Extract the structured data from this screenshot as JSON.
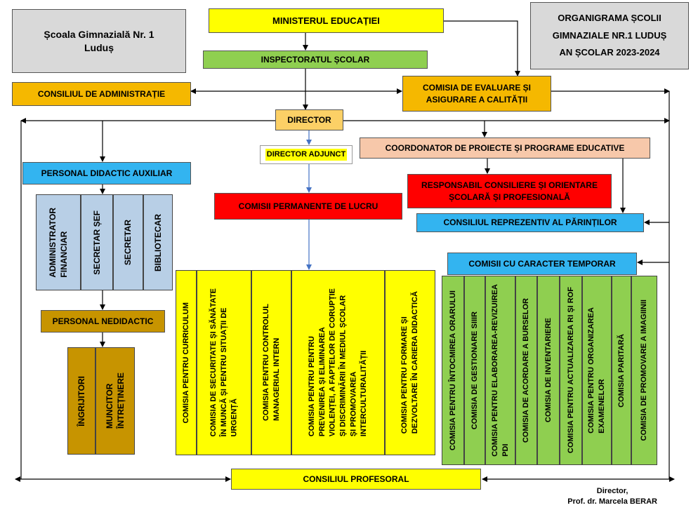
{
  "school": {
    "line1": "Școala Gimnazială Nr. 1",
    "line2": "Luduș"
  },
  "title": {
    "line1": "ORGANIGRAMA ȘCOLII",
    "line2": "GIMNAZIALE NR.1 LUDUȘ",
    "line3": "AN ȘCOLAR 2023-2024"
  },
  "ministerul": "MINISTERUL EDUCAȚIEI",
  "inspectoratul": "INSPECTORATUL ȘCOLAR",
  "consiliul_admin": "CONSILIUL DE ADMINISTRAȚIE",
  "comisia_evaluare": {
    "line1": "COMISIA DE EVALUARE ȘI",
    "line2": "ASIGURARE  A CALITĂȚII"
  },
  "director": "DIRECTOR",
  "director_adjunct": "DIRECTOR ADJUNCT",
  "coordonator": "COORDONATOR DE PROIECTE ȘI PROGRAME EDUCATIVE",
  "personal_didactic_auxiliar": "PERSONAL DIDACTIC AUXILIAR",
  "auxiliar_cols": [
    "ADMINISTRATOR\nFINANCIAR",
    "SECRETAR ȘEF",
    "SECRETAR",
    "BIBLIOTECAR"
  ],
  "personal_nedidactic": "PERSONAL NEDIDACTIC",
  "nedidactic_cols": [
    "ÎNGRIJITORI",
    "MUNCITOR\nÎNTREȚINERE"
  ],
  "comisii_permanente": "COMISII PERMANENTE DE LUCRU",
  "permanente_cols": [
    "COMISIA PENTRU CURRICULUM",
    "COMISIA DE SECURITATE ȘI SĂNĂTATE\nÎN MUNCĂ ȘI PENTRU SITUAȚII DE\nURGENȚĂ",
    "COMISIA PENTRU CONTROLUL\nMANAGERIAL INTERN",
    "COMISIA PENTRU PENTRU\nPREVENIREA ȘI ELIMINAREA\nVIOLENȚEI, A FAPTELOR DE CORUPȚIE\nȘI DISCRIMINĂRII ÎN MEDIUL ȘCOLAR\nȘI PROMOVAREA\nINTERCULTURALITĂȚII",
    "COMISIA PENTRU FORMARE ȘI\nDEZVOLTARE ÎN CARIERA DIDACTICĂ"
  ],
  "responsabil": {
    "line1": "RESPONSABIL CONSILIERE ȘI ORIENTARE",
    "line2": "ȘCOLARĂ ȘI PROFESIONALĂ"
  },
  "consiliul_parinti": "CONSILIUL REPREZENTIV AL PĂRINȚILOR",
  "comisii_temporar": "COMISII CU CARACTER TEMPORAR",
  "temporar_cols": [
    "COMISIA PENTRU ÎNTOCMIREA  ORARULUI",
    "COMISIA DE GESTIONARE SIIIR",
    "COMISIA PENTRU ELABORAREA-REVIZUIREA\nPDI",
    "COMISIA DE ACORDARE A BURSELOR",
    "COMISIA DE INVENTARIERE",
    "COMISIA PENTRU ACTUALIZAREA RI ȘI ROF",
    "COMISIA PENTRU ORGANIZAREA\nEXAMENELOR",
    "COMISIA PARITARĂ",
    "COMISIA DE PROMOVARE A IMAGIINII"
  ],
  "consiliul_profesoral": "CONSILIUL  PROFESORAL",
  "signature": {
    "line1": "Director,",
    "line2": "Prof. dr. Marcela BERAR"
  },
  "colors": {
    "yellow": "#ffff00",
    "green": "#8fcf50",
    "orange": "#f5b800",
    "red": "#ff0000",
    "blue": "#33b4f0",
    "lightblue": "#b8cfe6",
    "gold": "#c79400",
    "peach": "#f7c8aa",
    "grey": "#d9d9d9"
  }
}
